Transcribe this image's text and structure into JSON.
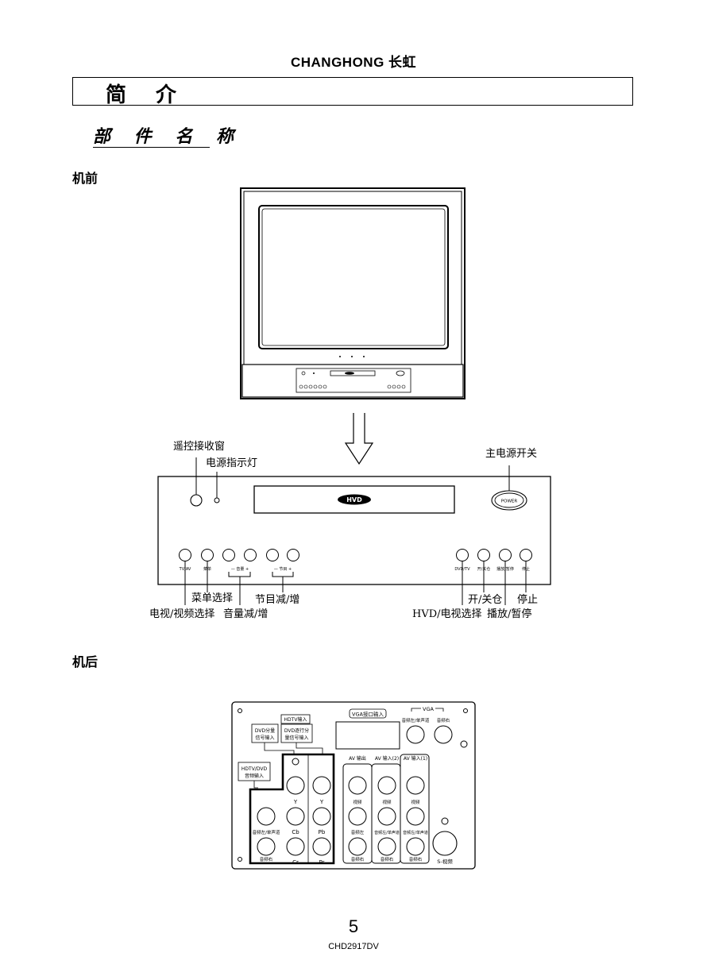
{
  "header": {
    "brand": "CHANGHONG 长虹"
  },
  "section": {
    "title": "简 介"
  },
  "subsection": {
    "title": "部 件 名 称"
  },
  "front": {
    "heading": "机前",
    "callouts": {
      "remote_window": "遥控接收窗",
      "power_indicator": "电源指示灯",
      "main_power": "主电源开关",
      "menu_select": "菜单选择",
      "channel": "节目减/增",
      "tv_av": "电视/视频选择",
      "volume": "音量减/增",
      "open_close": "开/关仓",
      "stop": "停止",
      "hvd_tv": "HVD/电视选择",
      "play_pause": "播放/暂停"
    },
    "panel": {
      "hvd_badge": "HVD",
      "power_button": "POWER",
      "btn_tvav": "TV/AV",
      "btn_menu": "菜单",
      "btn_vol": "— 音量 +",
      "btn_ch": "— 节目 +",
      "btn_dvdtv": "DVD/TV",
      "btn_open": "开/关仓",
      "btn_play": "播放/暂停",
      "btn_stop": "停止"
    }
  },
  "back": {
    "heading": "机后",
    "labels": {
      "vga_port": "VGA接口输入",
      "vga": "VGA",
      "vga_audio_l": "音频左/单声道",
      "vga_audio_r": "音频右",
      "hdtv_in": "HDTV输入",
      "dvd_component_1": "DVD分量",
      "dvd_component_2": "信号输入",
      "dvd_progressive_1": "DVD逐行分",
      "dvd_progressive_2": "量信号输入",
      "hdtv_dvd_audio_1": "HDTV/DVD",
      "hdtv_dvd_audio_2": "音频输入",
      "av_out": "AV 输出",
      "av_in2": "AV 输入(2)",
      "av_in1": "AV 输入(1)",
      "y": "Y",
      "cb": "Cb",
      "cr": "Cr",
      "pb": "Pb",
      "pr": "Pr",
      "video": "视频",
      "audio_l": "音频左",
      "audio_l_mono": "音频左/单声道",
      "audio_r": "音频右",
      "s_video": "S-视频"
    }
  },
  "footer": {
    "page": "5",
    "model": "CHD2917DV"
  }
}
